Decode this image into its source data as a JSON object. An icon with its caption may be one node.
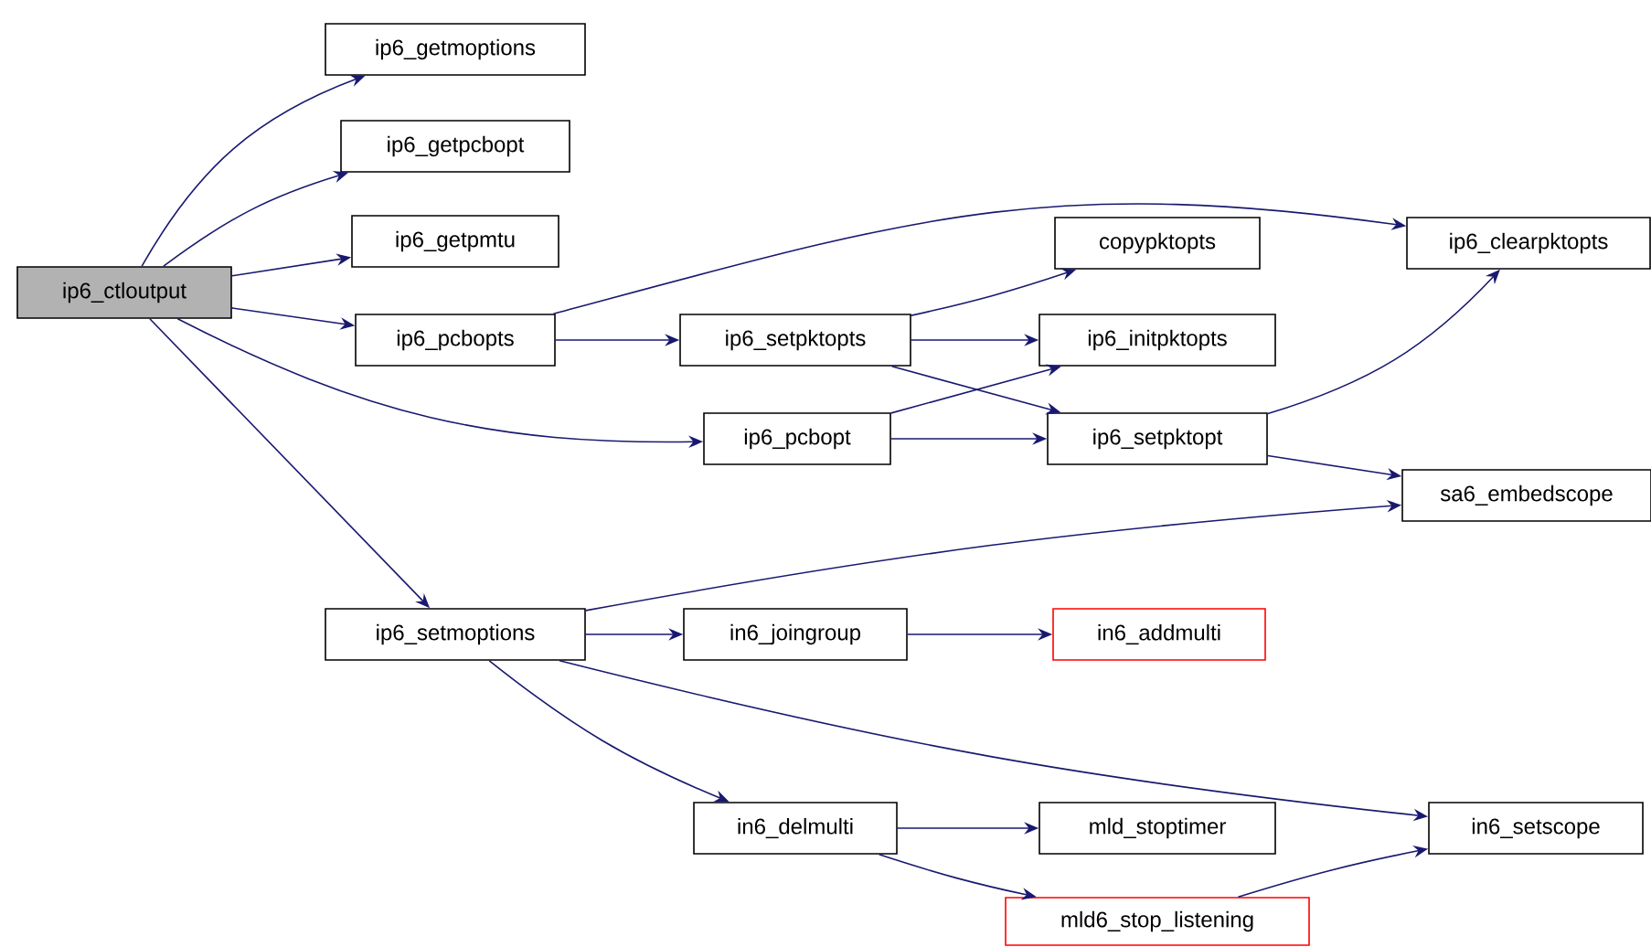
{
  "diagram": {
    "nodes": [
      {
        "text": [
          "ip6_ctloutput"
        ]
      },
      {
        "text": [
          "ip6_getmoptions"
        ]
      },
      {
        "text": [
          "ip6_getpcbopt"
        ]
      },
      {
        "text": [
          "ip6_getpmtu"
        ]
      },
      {
        "text": [
          "ip6_pcbopts"
        ]
      },
      {
        "text": [
          "ip6_clearpktopts"
        ]
      },
      {
        "text": [
          "copypktopts"
        ]
      },
      {
        "text": [
          "ip6_setpktopts"
        ]
      },
      {
        "text": [
          "ip6_initpktopts"
        ]
      },
      {
        "text": [
          "ip6_pcbopt"
        ]
      },
      {
        "text": [
          "ip6_setpktopt"
        ]
      },
      {
        "text": [
          "sa6_embedscope"
        ]
      },
      {
        "text": [
          "ip6_setmoptions"
        ]
      },
      {
        "text": [
          "in6_joingroup"
        ]
      },
      {
        "text": [
          "in6_addmulti"
        ]
      },
      {
        "text": [
          "in6_delmulti"
        ]
      },
      {
        "text": [
          "mld_stoptimer"
        ]
      },
      {
        "text": [
          "in6_setscope"
        ]
      },
      {
        "text": [
          "mld6_stop_listening"
        ]
      }
    ],
    "edges": [
      {
        "from": 0,
        "to": 1,
        "arrow": "to"
      },
      {
        "from": 0,
        "to": 2,
        "arrow": "to"
      },
      {
        "from": 0,
        "to": 3,
        "arrow": "to"
      },
      {
        "from": 0,
        "to": 4,
        "arrow": "to"
      },
      {
        "from": 0,
        "to": 9,
        "arrow": "to"
      },
      {
        "from": 0,
        "to": 12,
        "arrow": "to"
      },
      {
        "from": 4,
        "to": 5,
        "arrow": "to"
      },
      {
        "from": 4,
        "to": 7,
        "arrow": "to"
      },
      {
        "from": 7,
        "to": 6,
        "arrow": "to"
      },
      {
        "from": 7,
        "to": 8,
        "arrow": "to"
      },
      {
        "from": 7,
        "to": 10,
        "arrow": "to"
      },
      {
        "from": 9,
        "to": 8,
        "arrow": "to"
      },
      {
        "from": 9,
        "to": 10,
        "arrow": "to"
      },
      {
        "from": 10,
        "to": 5,
        "arrow": "to"
      },
      {
        "from": 10,
        "to": 11,
        "arrow": "to"
      },
      {
        "from": 12,
        "to": 11,
        "arrow": "to"
      },
      {
        "from": 12,
        "to": 13,
        "arrow": "to"
      },
      {
        "from": 12,
        "to": 15,
        "arrow": "to"
      },
      {
        "from": 12,
        "to": 17,
        "arrow": "to"
      },
      {
        "from": 13,
        "to": 14,
        "arrow": "to"
      },
      {
        "from": 15,
        "to": 16,
        "arrow": "to"
      },
      {
        "from": 15,
        "to": 18,
        "arrow": "to"
      },
      {
        "from": 18,
        "to": 17,
        "arrow": "to"
      }
    ]
  }
}
